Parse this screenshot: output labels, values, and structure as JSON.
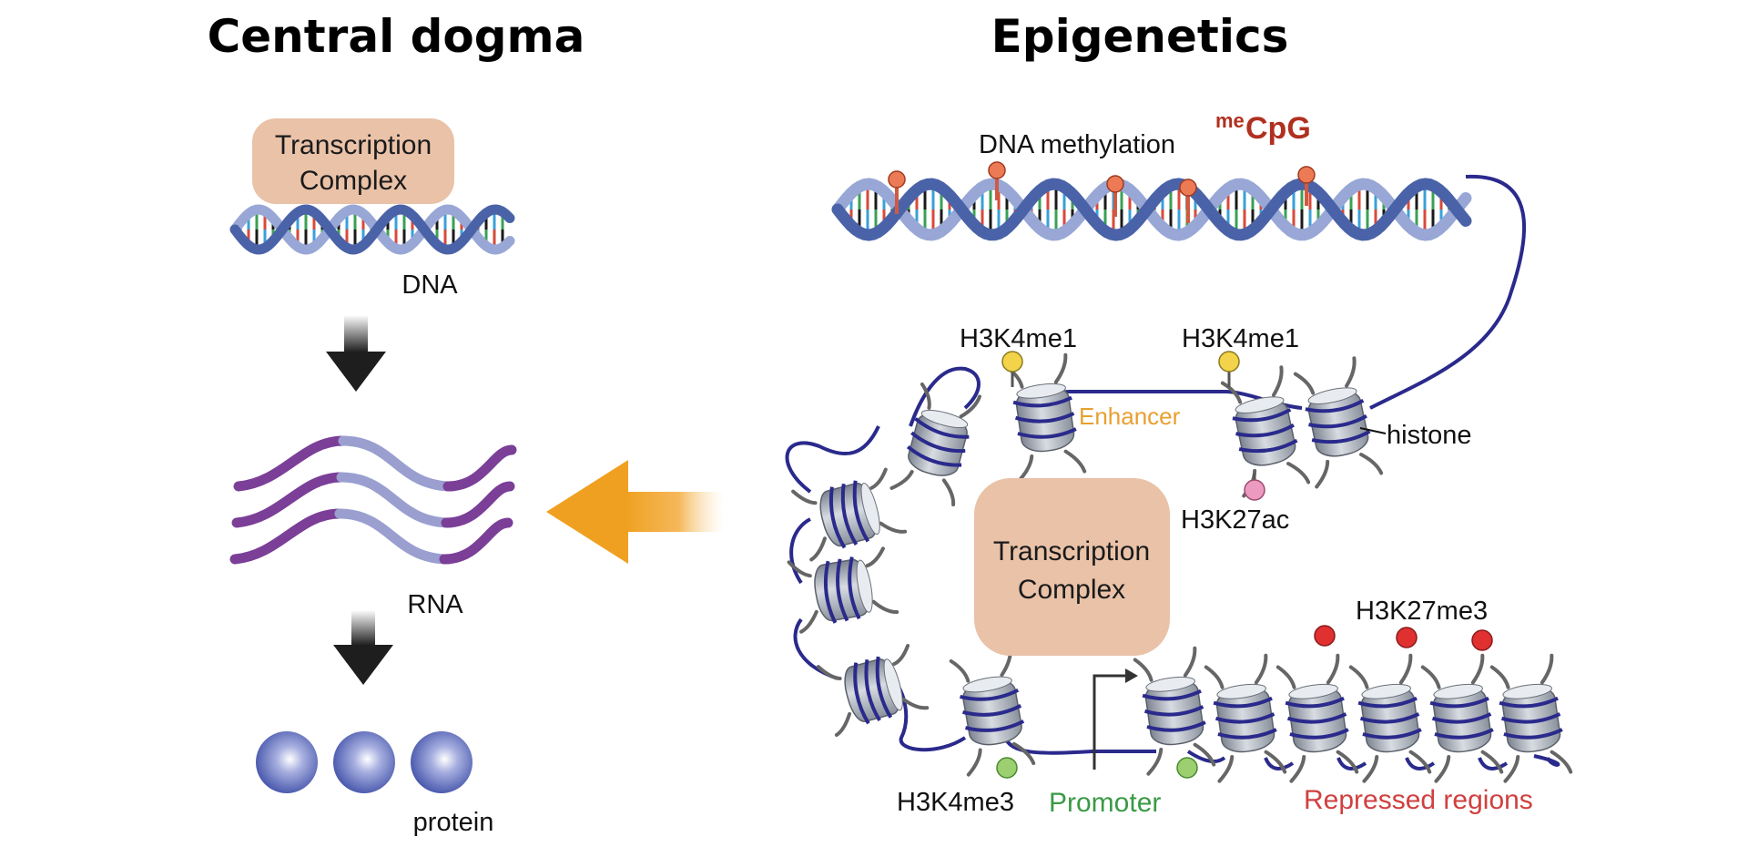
{
  "left": {
    "title": "Central dogma",
    "transcription_complex": [
      "Transcription",
      "Complex"
    ],
    "dna_label": "DNA",
    "rna_label": "RNA",
    "protein_label": "protein"
  },
  "right": {
    "title": "Epigenetics",
    "dna_methylation_label": "DNA methylation",
    "mecpg_prefix": "me",
    "mecpg_main": "CpG",
    "h3k4me1_a": "H3K4me1",
    "h3k4me1_b": "H3K4me1",
    "enhancer": "Enhancer",
    "histone": "histone",
    "h3k27ac": "H3K27ac",
    "transcription_complex": [
      "Transcription",
      "Complex"
    ],
    "h3k27me3": "H3K27me3",
    "h3k4me3": "H3K4me3",
    "promoter": "Promoter",
    "repressed_regions": "Repressed regions"
  },
  "colors": {
    "tc_box": "#e9c2a8",
    "dna_strand": "#4a63a8",
    "dna_strand_light": "#98a7d6",
    "rna_dark": "#7b3f98",
    "rna_light": "#9a9fd0",
    "protein": "#5a68b8",
    "enhancer": "#e8a030",
    "promoter": "#3a9a45",
    "repressed": "#d04040",
    "methyl_red": "#c0392b",
    "chromatin": "#2a2a8c",
    "me1_yellow": "#f2d34a",
    "ac_pink": "#ec9ac0",
    "me3_green": "#9ccf70",
    "me3_red": "#e03030"
  }
}
